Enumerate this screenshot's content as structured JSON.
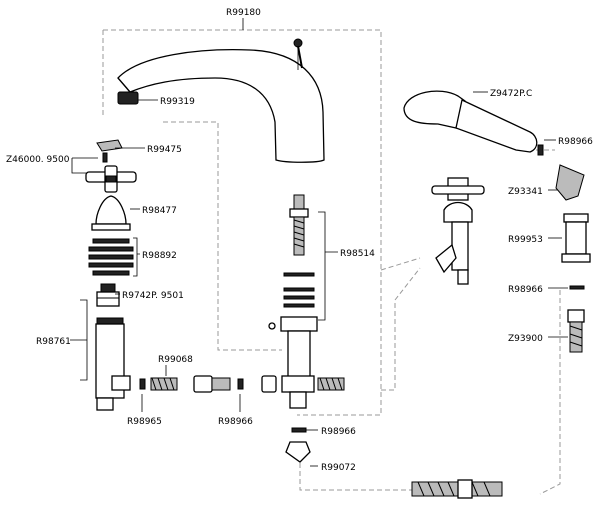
{
  "diagram": {
    "parts": [
      {
        "id": "spout",
        "code": "R99180"
      },
      {
        "id": "aerator",
        "code": "R99319"
      },
      {
        "id": "index-cap",
        "code": "R99475"
      },
      {
        "id": "handle-screw-set",
        "code": "Z46000. 9500"
      },
      {
        "id": "flange-cover",
        "code": "R98477"
      },
      {
        "id": "trim-rings",
        "code": "R98892"
      },
      {
        "id": "cartridge",
        "code": "R9742P. 9501"
      },
      {
        "id": "valve-body",
        "code": "R98761"
      },
      {
        "id": "connector-hose",
        "code": "R99068"
      },
      {
        "id": "washer-a",
        "code": "R98965"
      },
      {
        "id": "washer-b",
        "code": "R98966"
      },
      {
        "id": "spout-mount",
        "code": "R98514"
      },
      {
        "id": "washer-c",
        "code": "R98966"
      },
      {
        "id": "supply-nut",
        "code": "R99072"
      },
      {
        "id": "hand-shower",
        "code": "Z9472P.C"
      },
      {
        "id": "washer-d",
        "code": "R98966"
      },
      {
        "id": "hose-elbow",
        "code": "Z93341"
      },
      {
        "id": "hose-guide",
        "code": "R99953"
      },
      {
        "id": "washer-e",
        "code": "R98966"
      },
      {
        "id": "hose-weight",
        "code": "Z93900"
      }
    ]
  }
}
